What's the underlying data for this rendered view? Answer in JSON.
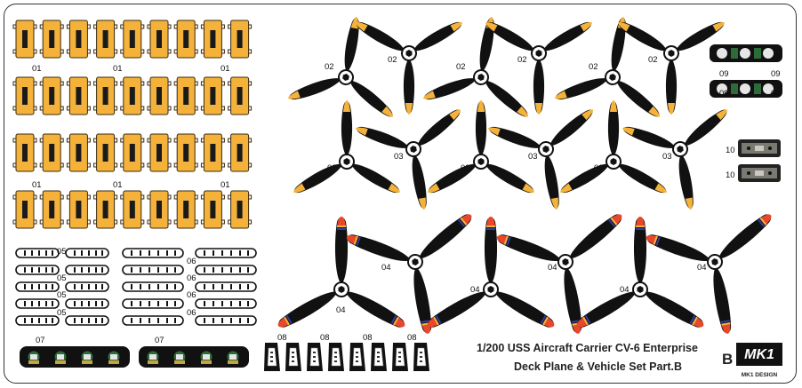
{
  "sheet": {
    "title_line1": "1/200 USS Aircraft Carrier CV-6 Enterprise",
    "title_line2": "Deck Plane & Vehicle Set Part.B",
    "part_letter": "B",
    "brand_logo": "MK1",
    "brand_sub": "MK1 DESIGN"
  },
  "part_numbers": {
    "p01": "01",
    "p02": "02",
    "p03": "03",
    "p04": "04",
    "p05": "05",
    "p06": "06",
    "p07": "07",
    "p08": "08",
    "p09": "09",
    "p10": "10"
  },
  "colors": {
    "frame": "#333333",
    "tab_fill": "#f4b23a",
    "propeller_black": "#111111",
    "prop_tip_yellow": "#f4b23a",
    "prop_tip_red": "#e8472a",
    "prop_tip_blue": "#2c3e9e",
    "green_parts": "#2e6b3a",
    "panel_grey": "#7a7a72"
  }
}
